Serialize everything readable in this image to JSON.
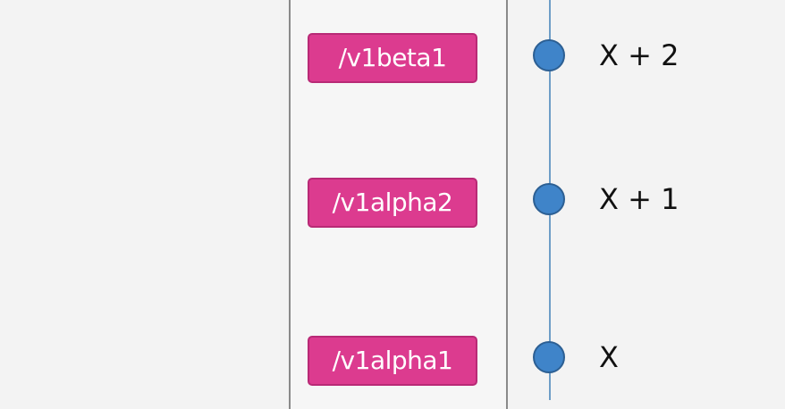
{
  "versions": [
    {
      "path": "/v1beta1",
      "label": "X + 2"
    },
    {
      "path": "/v1alpha2",
      "label": "X + 1"
    },
    {
      "path": "/v1alpha1",
      "label": "X"
    }
  ],
  "colors": {
    "tag_background": "#dc3b8f",
    "tag_border": "#b82a76",
    "dot_fill": "#3f84c9",
    "dot_border": "#2c5f93",
    "timeline": "#6e9dc7",
    "panel_border": "#8a8a8a"
  }
}
